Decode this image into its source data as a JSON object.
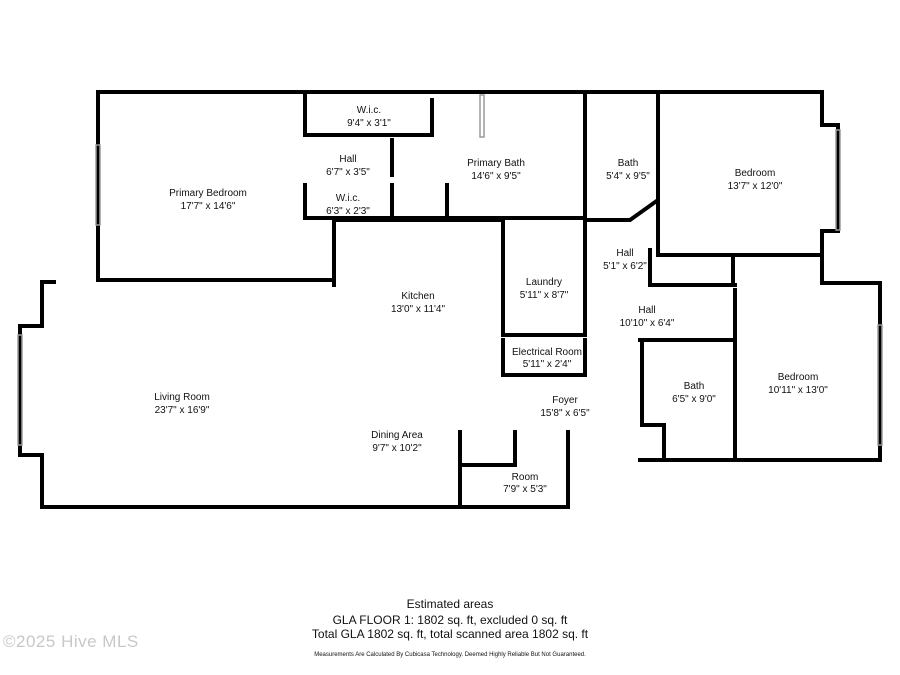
{
  "rooms": {
    "wic_top": {
      "name": "W.i.c.",
      "dims": "9'4\" x 3'1\""
    },
    "hall_upper": {
      "name": "Hall",
      "dims": "6'7\" x 3'5\""
    },
    "wic_small": {
      "name": "W.i.c.",
      "dims": "6'3\" x 2'3\""
    },
    "primary_bedroom": {
      "name": "Primary Bedroom",
      "dims": "17'7\" x 14'6\""
    },
    "primary_bath": {
      "name": "Primary Bath",
      "dims": "14'6\" x 9'5\""
    },
    "bath_top": {
      "name": "Bath",
      "dims": "5'4\" x 9'5\""
    },
    "bedroom_ne": {
      "name": "Bedroom",
      "dims": "13'7\" x 12'0\""
    },
    "hall_mid": {
      "name": "Hall",
      "dims": "5'1\" x 6'2\""
    },
    "kitchen": {
      "name": "Kitchen",
      "dims": "13'0\" x 11'4\""
    },
    "laundry": {
      "name": "Laundry",
      "dims": "5'11\" x 8'7\""
    },
    "hall_main": {
      "name": "Hall",
      "dims": "10'10\" x 6'4\""
    },
    "electrical": {
      "name": "Electrical Room",
      "dims": "5'11\" x 2'4\""
    },
    "living_room": {
      "name": "Living Room",
      "dims": "23'7\" x 16'9\""
    },
    "foyer": {
      "name": "Foyer",
      "dims": "15'8\" x 6'5\""
    },
    "bath_lower": {
      "name": "Bath",
      "dims": "6'5\" x 9'0\""
    },
    "bedroom_se": {
      "name": "Bedroom",
      "dims": "10'11\" x 13'0\""
    },
    "dining": {
      "name": "Dining Area",
      "dims": "9'7\" x 10'2\""
    },
    "room_small": {
      "name": "Room",
      "dims": "7'9\" x 5'3\""
    }
  },
  "footer": {
    "title": "Estimated areas",
    "line1": "GLA FLOOR 1: 1802 sq. ft, excluded 0 sq. ft",
    "line2": "Total GLA 1802 sq. ft, total scanned area 1802 sq. ft",
    "disclaimer": "Measurements Are Calculated By Cubicasa Technology. Deemed Highly Reliable But Not Guaranteed."
  },
  "watermark": "©2025 Hive MLS",
  "colors": {
    "wall": "#000000",
    "window": "#9a9a9a",
    "background": "#ffffff"
  }
}
